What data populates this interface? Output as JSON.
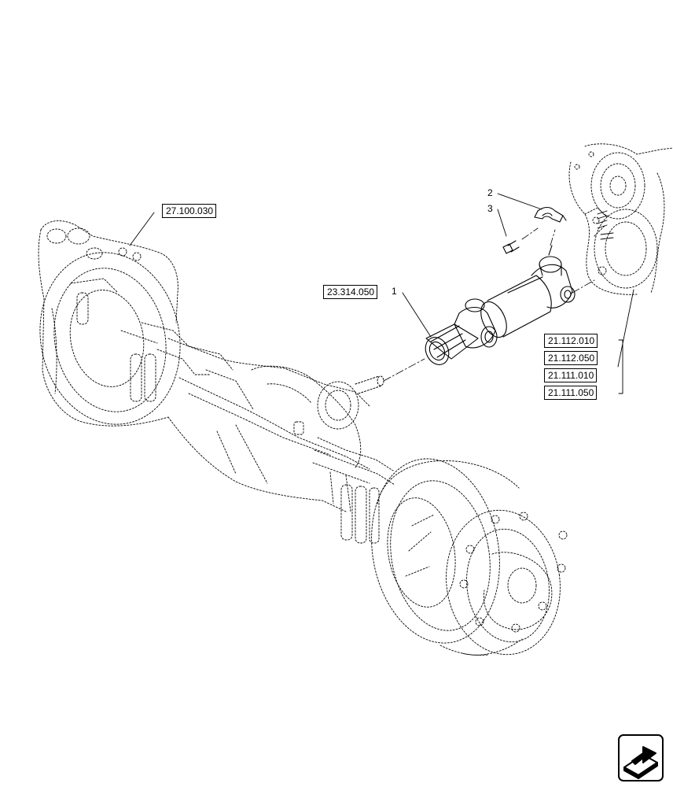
{
  "references": {
    "axle": "27.100.030",
    "shaft": "23.314.050",
    "transmission": [
      "21.112.010",
      "21.112.050",
      "21.111.010",
      "21.111.050"
    ]
  },
  "callouts": {
    "shaft": "1",
    "clamp": "2",
    "screw": "3"
  },
  "navigation": {
    "icon": "next-page-arrow-icon"
  }
}
